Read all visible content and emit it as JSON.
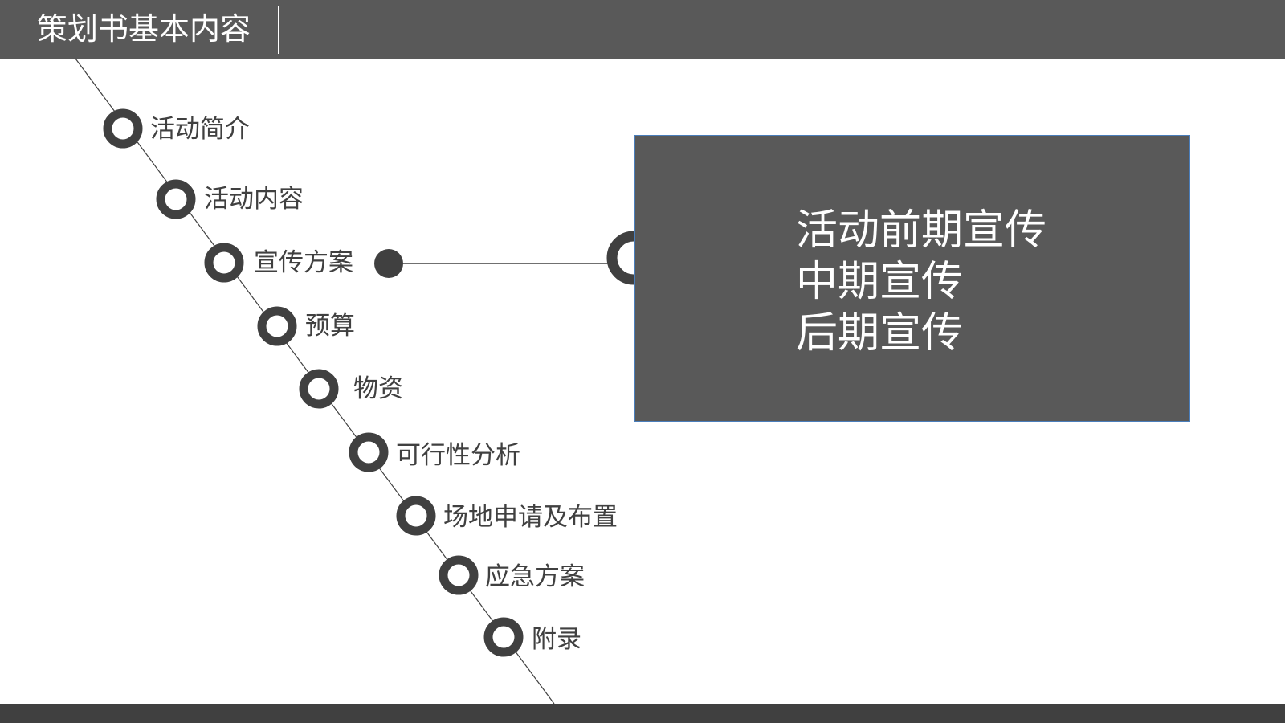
{
  "header": {
    "title": "策划书基本内容"
  },
  "items": [
    {
      "label": "活动简介"
    },
    {
      "label": "活动内容"
    },
    {
      "label": "宣传方案"
    },
    {
      "label": "预算"
    },
    {
      "label": "物资"
    },
    {
      "label": "可行性分析"
    },
    {
      "label": "场地申请及布置"
    },
    {
      "label": "应急方案"
    },
    {
      "label": "附录"
    }
  ],
  "detail": {
    "lines": [
      "活动前期宣传",
      "中期宣传",
      "后期宣传"
    ]
  },
  "colors": {
    "header_bg": "#595959",
    "footer_bg": "#404040",
    "node_ring": "#404040",
    "box_bg": "#595959",
    "box_border": "#4a7ebb",
    "text": "#404040"
  }
}
